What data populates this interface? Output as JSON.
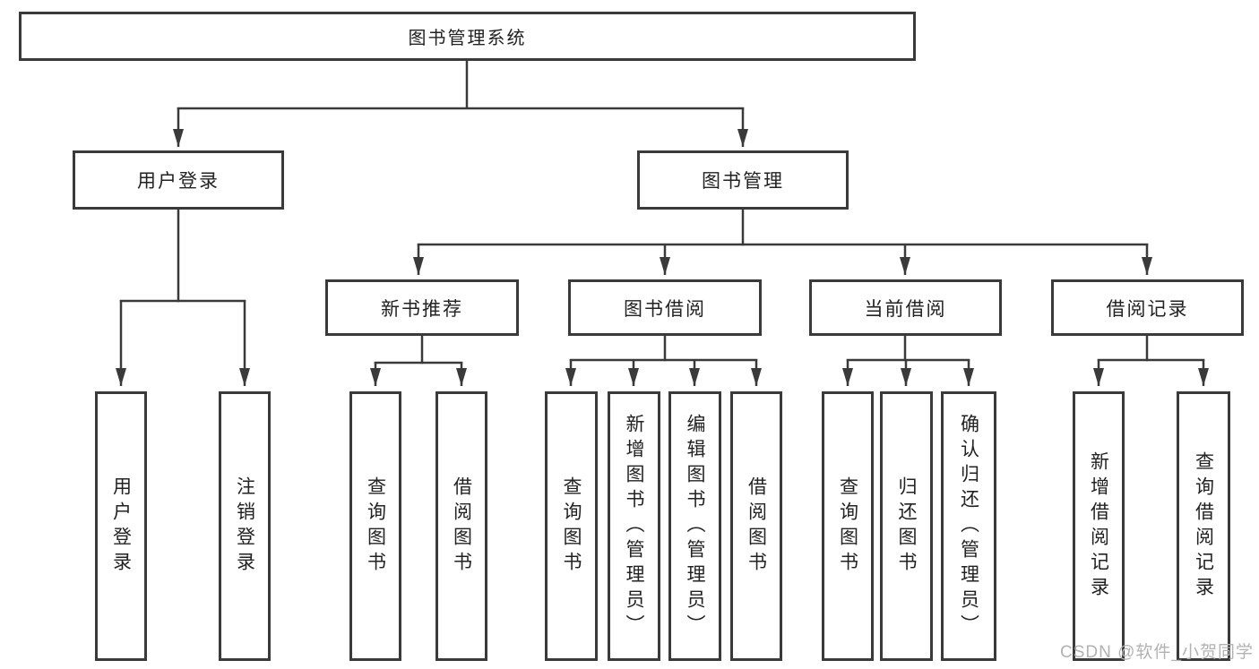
{
  "diagram_title": "图书管理系统",
  "watermark": {
    "text": "CSDN @软件_小贺同学"
  },
  "colors": {
    "line": "#3a3a3a",
    "box_border": "#3a3a3a",
    "box_background": "#ffffff",
    "text": "#222222",
    "watermark": "#b2b2b2"
  },
  "tree": {
    "root": {
      "label": "图书管理系统",
      "children": [
        {
          "label": "用户登录",
          "children": [
            {
              "label": "用户登录"
            },
            {
              "label": "注销登录"
            }
          ]
        },
        {
          "label": "图书管理",
          "children": [
            {
              "label": "新书推荐",
              "children": [
                {
                  "label": "查询图书"
                },
                {
                  "label": "借阅图书"
                }
              ]
            },
            {
              "label": "图书借阅",
              "children": [
                {
                  "label": "查询图书"
                },
                {
                  "label": "新增图书（管理员）"
                },
                {
                  "label": "编辑图书（管理员）"
                },
                {
                  "label": "借阅图书"
                }
              ]
            },
            {
              "label": "当前借阅",
              "children": [
                {
                  "label": "查询图书"
                },
                {
                  "label": "归还图书"
                },
                {
                  "label": "确认归还（管理员）"
                }
              ]
            },
            {
              "label": "借阅记录",
              "children": [
                {
                  "label": "新增借阅记录"
                },
                {
                  "label": "查询借阅记录"
                }
              ]
            }
          ]
        }
      ]
    }
  }
}
